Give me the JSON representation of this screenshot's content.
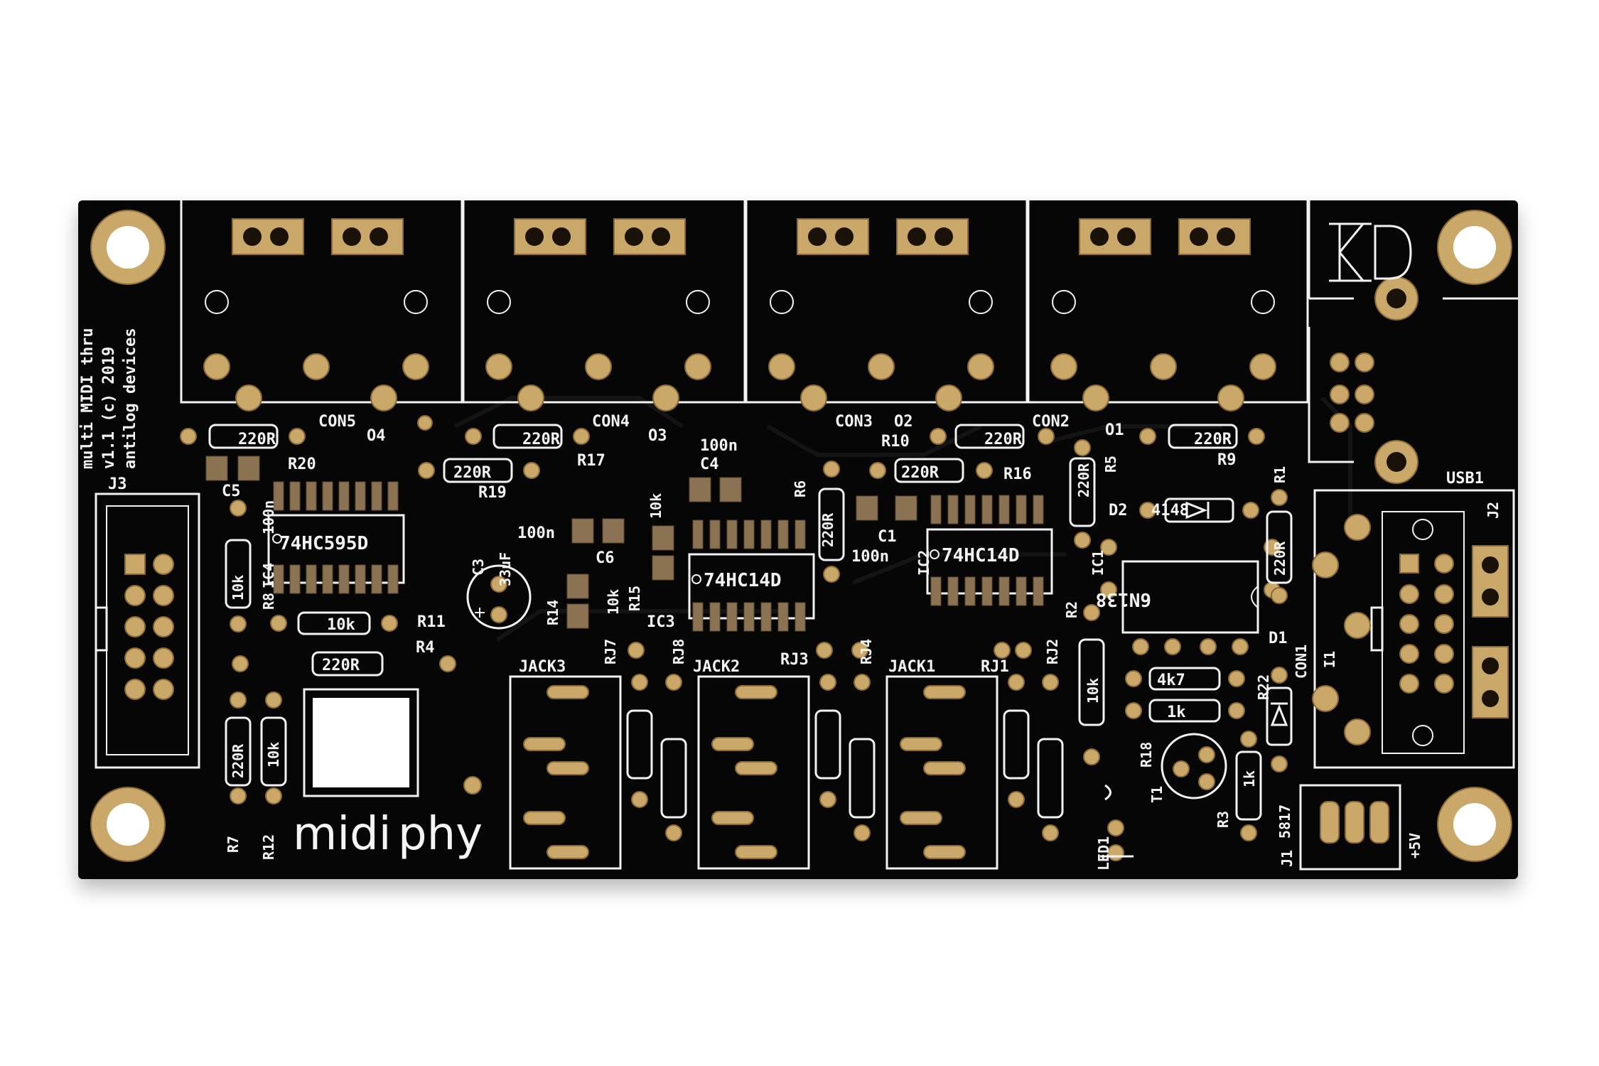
{
  "board": {
    "name_left": "midi",
    "name_right": "phy",
    "credit_lines": [
      "multi MIDI thru",
      "v1.1 (c) 2019",
      "antilog devices"
    ]
  },
  "connectors": {
    "con5": "CON5",
    "con4": "CON4",
    "con3": "CON3",
    "con2": "CON2",
    "o4": "O4",
    "o3": "O3",
    "o2": "O2",
    "o1": "O1",
    "j1": "J1",
    "j2": "J2",
    "j3": "J3",
    "usb1": "USB1",
    "con1": "CON1",
    "i1": "I1",
    "plus5v": "+5V",
    "jack1": "JACK1",
    "jack2": "JACK2",
    "jack3": "JACK3",
    "rj1": "RJ1",
    "rj2": "RJ2",
    "rj3": "RJ3",
    "rj4": "RJ4",
    "rj7": "RJ7",
    "rj8": "RJ8"
  },
  "ics": {
    "u595": "74HC595D",
    "u14a": "74HC14D",
    "u14b": "74HC14D",
    "opto": "6N138",
    "ic1": "IC1",
    "ic2": "IC2",
    "ic3": "IC3",
    "ic4": "IC4"
  },
  "passives": {
    "r220": "220R",
    "r10k": "10k",
    "r4k7": "4k7",
    "r1k": "1k",
    "c100n": "100n",
    "c33u": "33uF",
    "d4148": "4148",
    "d5817": "5817",
    "refs": {
      "R1": "R1",
      "R2": "R2",
      "R3": "R3",
      "R4": "R4",
      "R5": "R5",
      "R6": "R6",
      "R7": "R7",
      "R8": "R8",
      "R9": "R9",
      "R10": "R10",
      "R11": "R11",
      "R12": "R12",
      "R14": "R14",
      "R15": "R15",
      "R16": "R16",
      "R17": "R17",
      "R18": "R18",
      "R19": "R19",
      "R20": "R20",
      "R22": "R22",
      "C1": "C1",
      "C3": "C3",
      "C4": "C4",
      "C5": "C5",
      "C6": "C6",
      "D1": "D1",
      "D2": "D2",
      "T1": "T1",
      "LED1": "LED1"
    }
  },
  "colors": {
    "board": "#060606",
    "silkscreen": "#f2f2f2",
    "copper": "#c9a86a",
    "background": "#ffffff"
  }
}
